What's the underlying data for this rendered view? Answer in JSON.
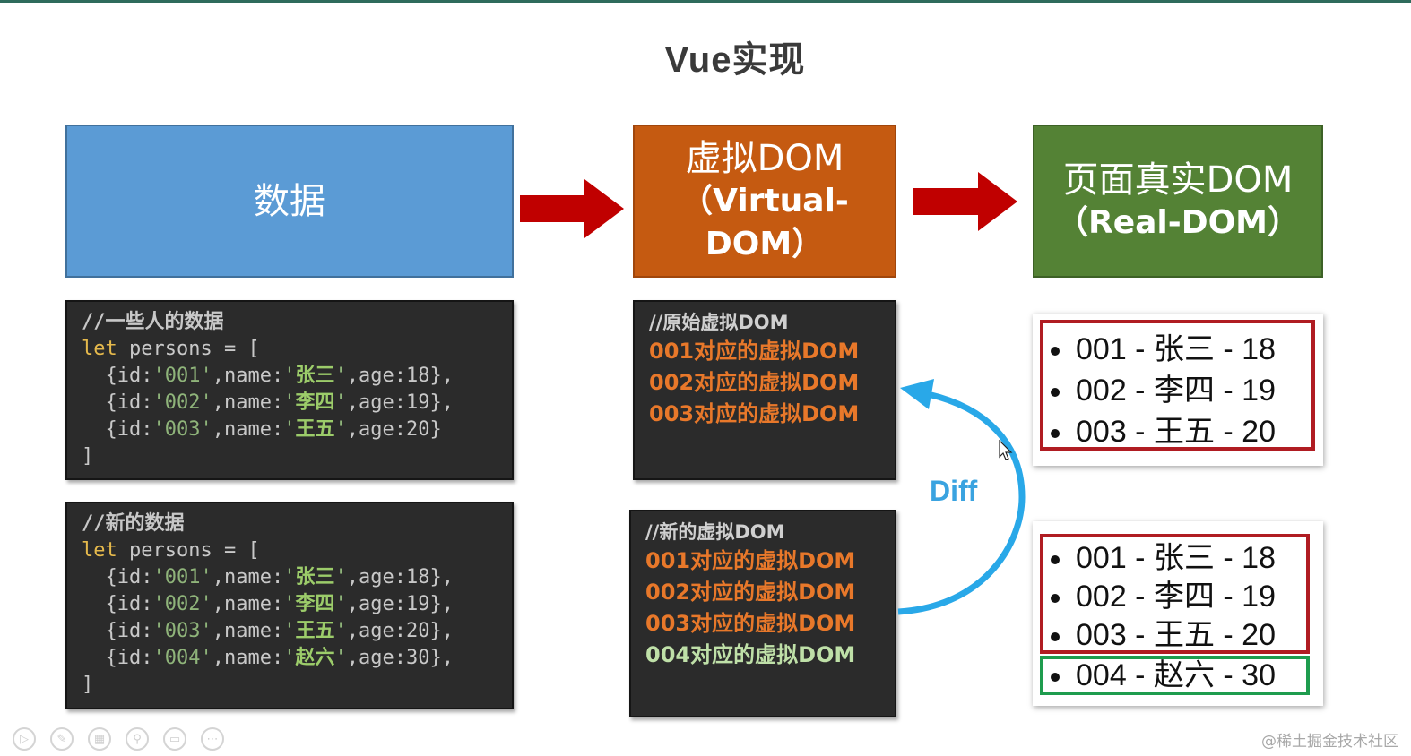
{
  "title": "Vue实现",
  "flow": {
    "data_box": {
      "label": "数据"
    },
    "vdom_box": {
      "line1": "虚拟DOM",
      "line2": "（Virtual-DOM）"
    },
    "real_box": {
      "line1": "页面真实DOM",
      "line2": "（Real-DOM）"
    },
    "arrow_color": "#c00000"
  },
  "colors": {
    "blue": "#5b9bd5",
    "orange": "#c55a11",
    "green": "#548235",
    "diff_arc": "#29a8e8",
    "red_frame": "#b01c22",
    "green_frame": "#1e9c4e"
  },
  "code_old": {
    "comment": "//一些人的数据",
    "keyword": "let",
    "var_decl": " persons = [",
    "rows": [
      {
        "id": "'001'",
        "name": "张三",
        "age": "18",
        "tail": "},"
      },
      {
        "id": "'002'",
        "name": "李四",
        "age": "19",
        "tail": "},"
      },
      {
        "id": "'003'",
        "name": "王五",
        "age": "20",
        "tail": "}"
      }
    ],
    "close": "]"
  },
  "code_new": {
    "comment": "//新的数据",
    "keyword": "let",
    "var_decl": " persons = [",
    "rows": [
      {
        "id": "'001'",
        "name": "张三",
        "age": "18",
        "tail": "},"
      },
      {
        "id": "'002'",
        "name": "李四",
        "age": "19",
        "tail": "},"
      },
      {
        "id": "'003'",
        "name": "王五",
        "age": "20",
        "tail": "},"
      },
      {
        "id": "'004'",
        "name": "赵六",
        "age": "30",
        "tail": "},"
      }
    ],
    "close": "]"
  },
  "code_tokens": {
    "open": "{id:",
    "name_key": ",name:",
    "q": "'",
    "age_key": ",age:"
  },
  "vdom_old": {
    "comment": "//原始虚拟DOM",
    "items": [
      "001对应的虚拟DOM",
      "002对应的虚拟DOM",
      "003对应的虚拟DOM"
    ]
  },
  "vdom_new": {
    "comment": "//新的虚拟DOM",
    "items": [
      "001对应的虚拟DOM",
      "002对应的虚拟DOM",
      "003对应的虚拟DOM"
    ],
    "new_item": "004对应的虚拟DOM"
  },
  "diff_label": "Diff",
  "real_old": {
    "items": [
      "001 - 张三 - 18",
      "002 - 李四 - 19",
      "003 - 王五 - 20"
    ]
  },
  "real_new": {
    "items": [
      "001 - 张三 - 18",
      "002 - 李四 - 19",
      "003 - 王五 - 20"
    ],
    "new_item": "004 - 赵六 - 30"
  },
  "toolbar_icons": [
    "play-icon",
    "pen-icon",
    "grid-icon",
    "zoom-icon",
    "screen-icon",
    "more-icon"
  ],
  "watermark": "@稀土掘金技术社区"
}
